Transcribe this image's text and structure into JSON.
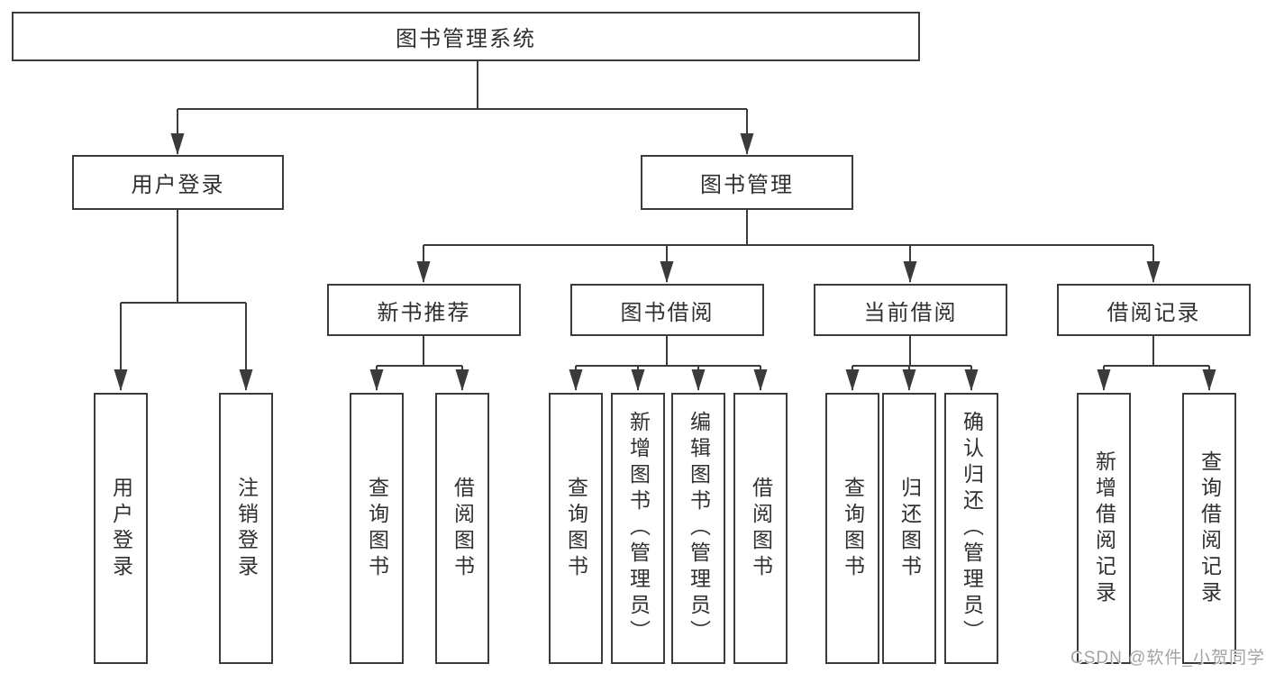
{
  "diagram": {
    "root": "图书管理系统",
    "level2": [
      "用户登录",
      "图书管理"
    ],
    "level3": [
      "新书推荐",
      "图书借阅",
      "当前借阅",
      "借阅记录"
    ],
    "leaves": {
      "login": [
        "用户登录",
        "注销登录"
      ],
      "recommend": [
        "查询图书",
        "借阅图书"
      ],
      "borrow": [
        "查询图书",
        "新增图书（管理员）",
        "编辑图书（管理员）",
        "借阅图书"
      ],
      "current": [
        "查询图书",
        "归还图书",
        "确认归还（管理员）"
      ],
      "records": [
        "新增借阅记录",
        "查询借阅记录"
      ]
    }
  },
  "watermark": "CSDN @软件_小贺同学",
  "colors": {
    "line": "#3b3b3b",
    "box_border": "#3b3b3b",
    "text": "#303030",
    "watermark": "#a3a3a3",
    "background": "#ffffff"
  }
}
